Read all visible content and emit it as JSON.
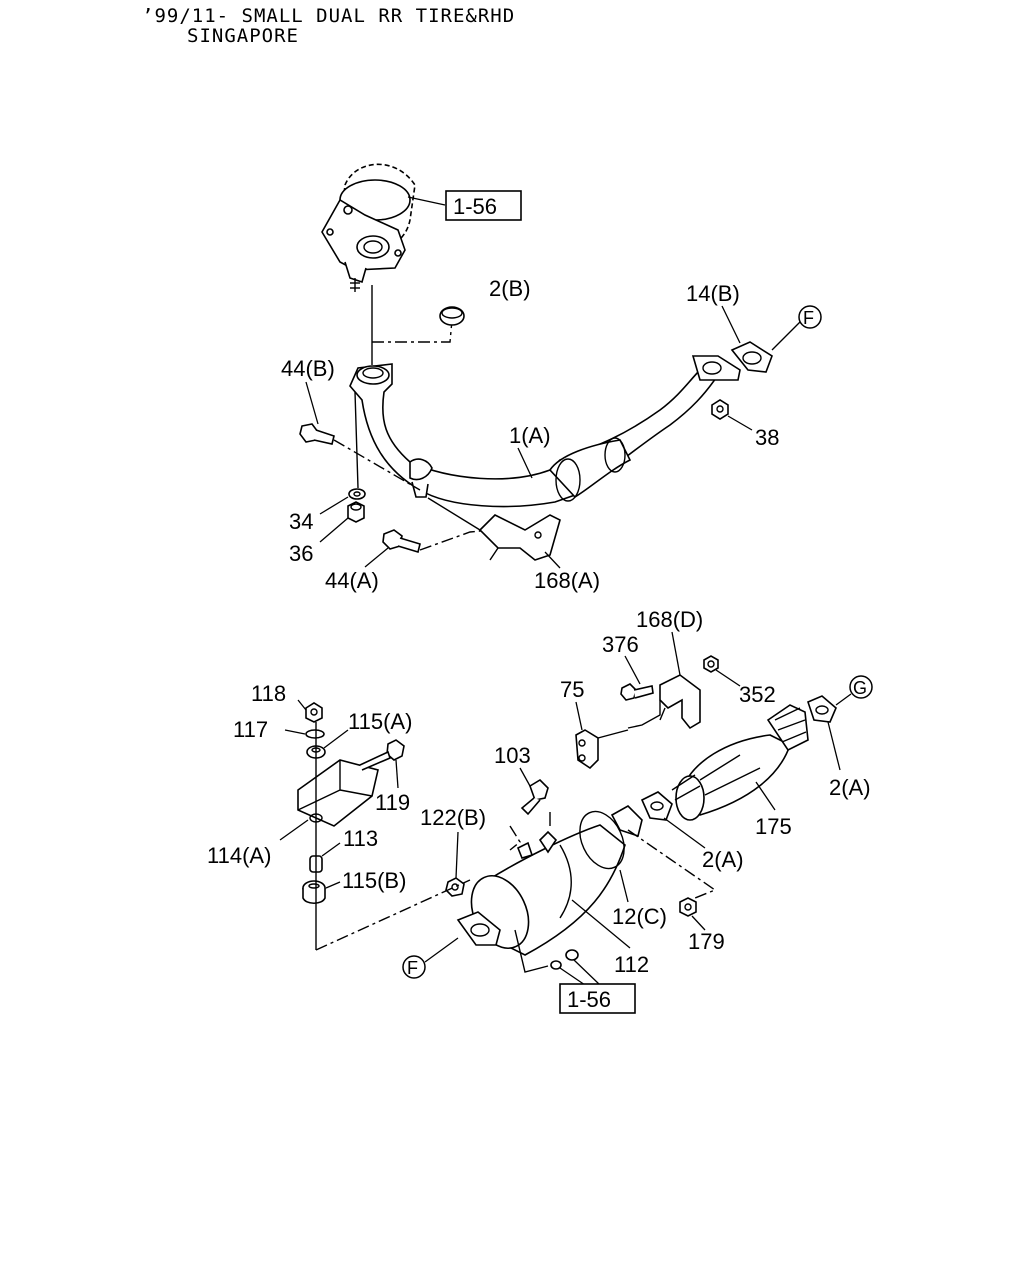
{
  "header": {
    "line1": "’99/11- SMALL DUAL RR TIRE&RHD",
    "line2": "SINGAPORE"
  },
  "refs": {
    "ref_top": "1-56",
    "ref_bottom": "1-56",
    "circle_f_top": "F",
    "circle_g": "G",
    "circle_f_bottom": "F"
  },
  "labels": {
    "p2b": "2(B)",
    "p14b": "14(B)",
    "p44b": "44(B)",
    "p1a": "1(A)",
    "p38": "38",
    "p34": "34",
    "p36": "36",
    "p44a": "44(A)",
    "p168a": "168(A)",
    "p168d": "168(D)",
    "p376": "376",
    "p352": "352",
    "p75": "75",
    "p118": "118",
    "p117": "117",
    "p115a": "115(A)",
    "p119": "119",
    "p103": "103",
    "p122b": "122(B)",
    "p114a": "114(A)",
    "p113": "113",
    "p115b": "115(B)",
    "p2a_right": "2(A)",
    "p175": "175",
    "p2a_mid": "2(A)",
    "p12c": "12(C)",
    "p179": "179",
    "p112": "112"
  }
}
